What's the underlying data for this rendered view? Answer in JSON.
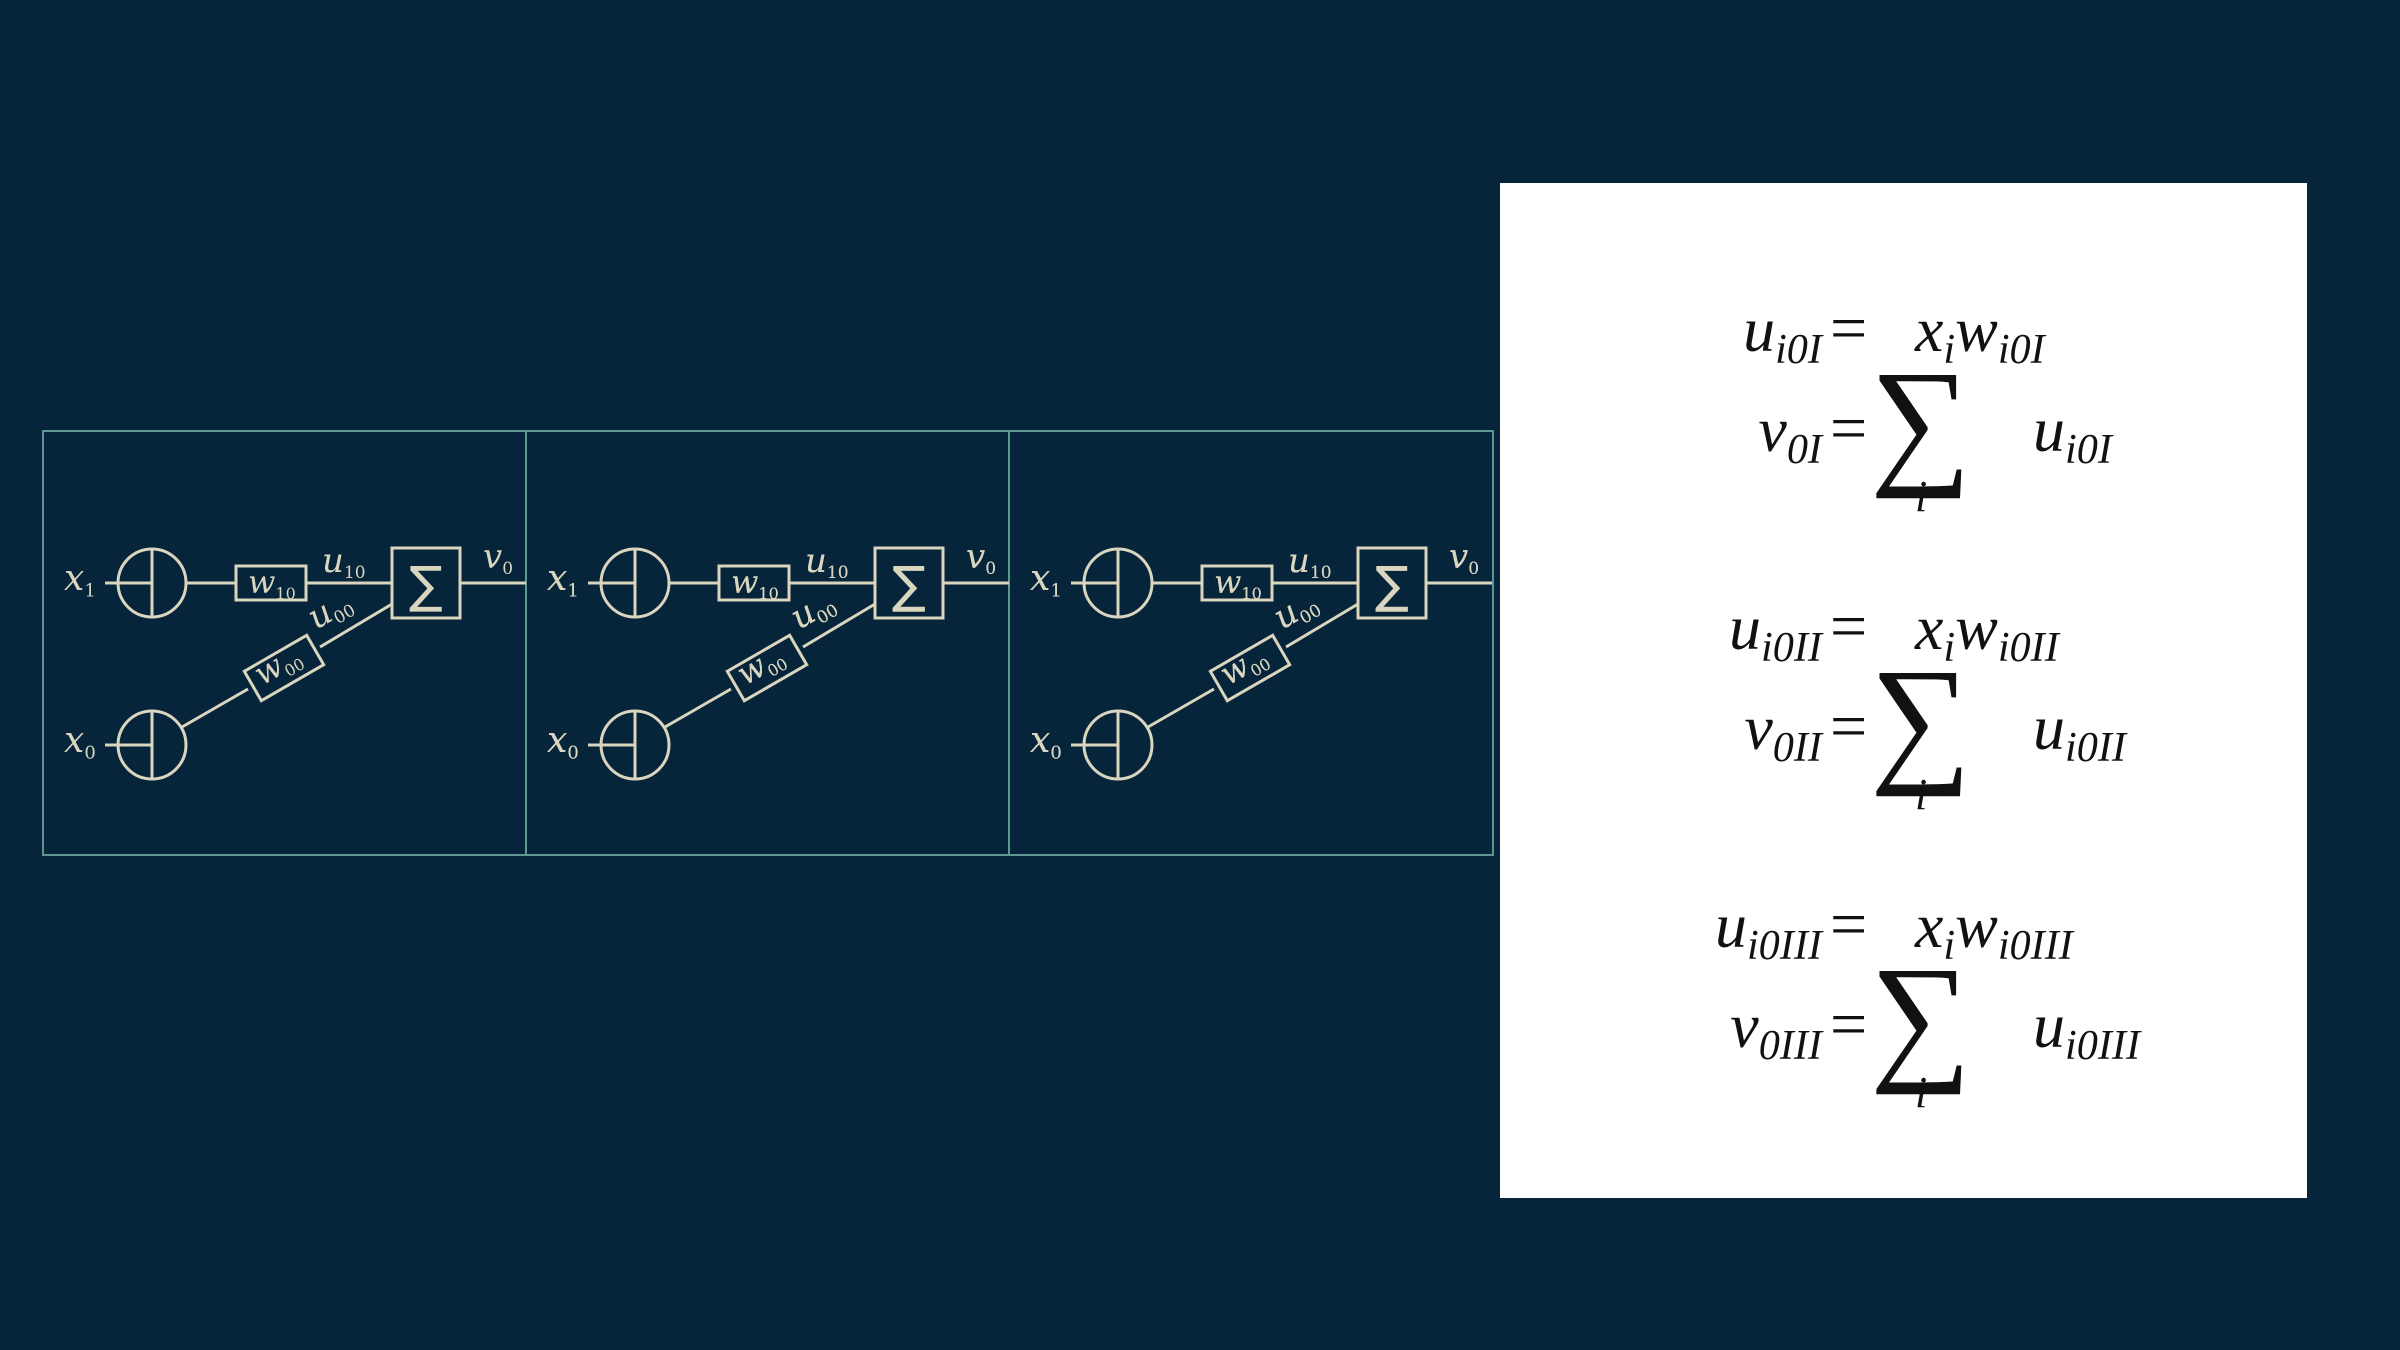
{
  "diagram": {
    "panels": [
      {
        "x1": "x",
        "x1_sub": "1",
        "x0": "x",
        "x0_sub": "0",
        "w10": "w",
        "w10_sub": "10",
        "w00": "w",
        "w00_sub": "00",
        "u10": "u",
        "u10_sub": "10",
        "u00": "u",
        "u00_sub": "00",
        "sum": "∑",
        "v0": "v",
        "v0_sub": "0"
      },
      {
        "x1": "x",
        "x1_sub": "1",
        "x0": "x",
        "x0_sub": "0",
        "w10": "w",
        "w10_sub": "10",
        "w00": "w",
        "w00_sub": "00",
        "u10": "u",
        "u10_sub": "10",
        "u00": "u",
        "u00_sub": "00",
        "sum": "∑",
        "v0": "v",
        "v0_sub": "0"
      },
      {
        "x1": "x",
        "x1_sub": "1",
        "x0": "x",
        "x0_sub": "0",
        "w10": "w",
        "w10_sub": "10",
        "w00": "w",
        "w00_sub": "00",
        "u10": "u",
        "u10_sub": "10",
        "u00": "u",
        "u00_sub": "00",
        "sum": "∑",
        "v0": "v",
        "v0_sub": "0"
      }
    ],
    "colors": {
      "stroke": "#d9d5bf",
      "frame": "#5f9890",
      "background": "#06243a"
    }
  },
  "equations": {
    "eq1": {
      "lhs": "u",
      "lhs_sub": "i0I",
      "eq": "=",
      "rhs_a": "x",
      "rhs_a_sub": "i",
      "rhs_b": "w",
      "rhs_b_sub": "i0I"
    },
    "eq2": {
      "lhs": "v",
      "lhs_sub": "0I",
      "eq": "=",
      "sum": "∑",
      "sum_index": "i",
      "term": "u",
      "term_sub": "i0I"
    },
    "eq3": {
      "lhs": "u",
      "lhs_sub": "i0II",
      "eq": "=",
      "rhs_a": "x",
      "rhs_a_sub": "i",
      "rhs_b": "w",
      "rhs_b_sub": "i0II"
    },
    "eq4": {
      "lhs": "v",
      "lhs_sub": "0II",
      "eq": "=",
      "sum": "∑",
      "sum_index": "i",
      "term": "u",
      "term_sub": "i0II"
    },
    "eq5": {
      "lhs": "u",
      "lhs_sub": "i0III",
      "eq": "=",
      "rhs_a": "x",
      "rhs_a_sub": "i",
      "rhs_b": "w",
      "rhs_b_sub": "i0III"
    },
    "eq6": {
      "lhs": "v",
      "lhs_sub": "0III",
      "eq": "=",
      "sum": "∑",
      "sum_index": "i",
      "term": "u",
      "term_sub": "i0III"
    }
  }
}
